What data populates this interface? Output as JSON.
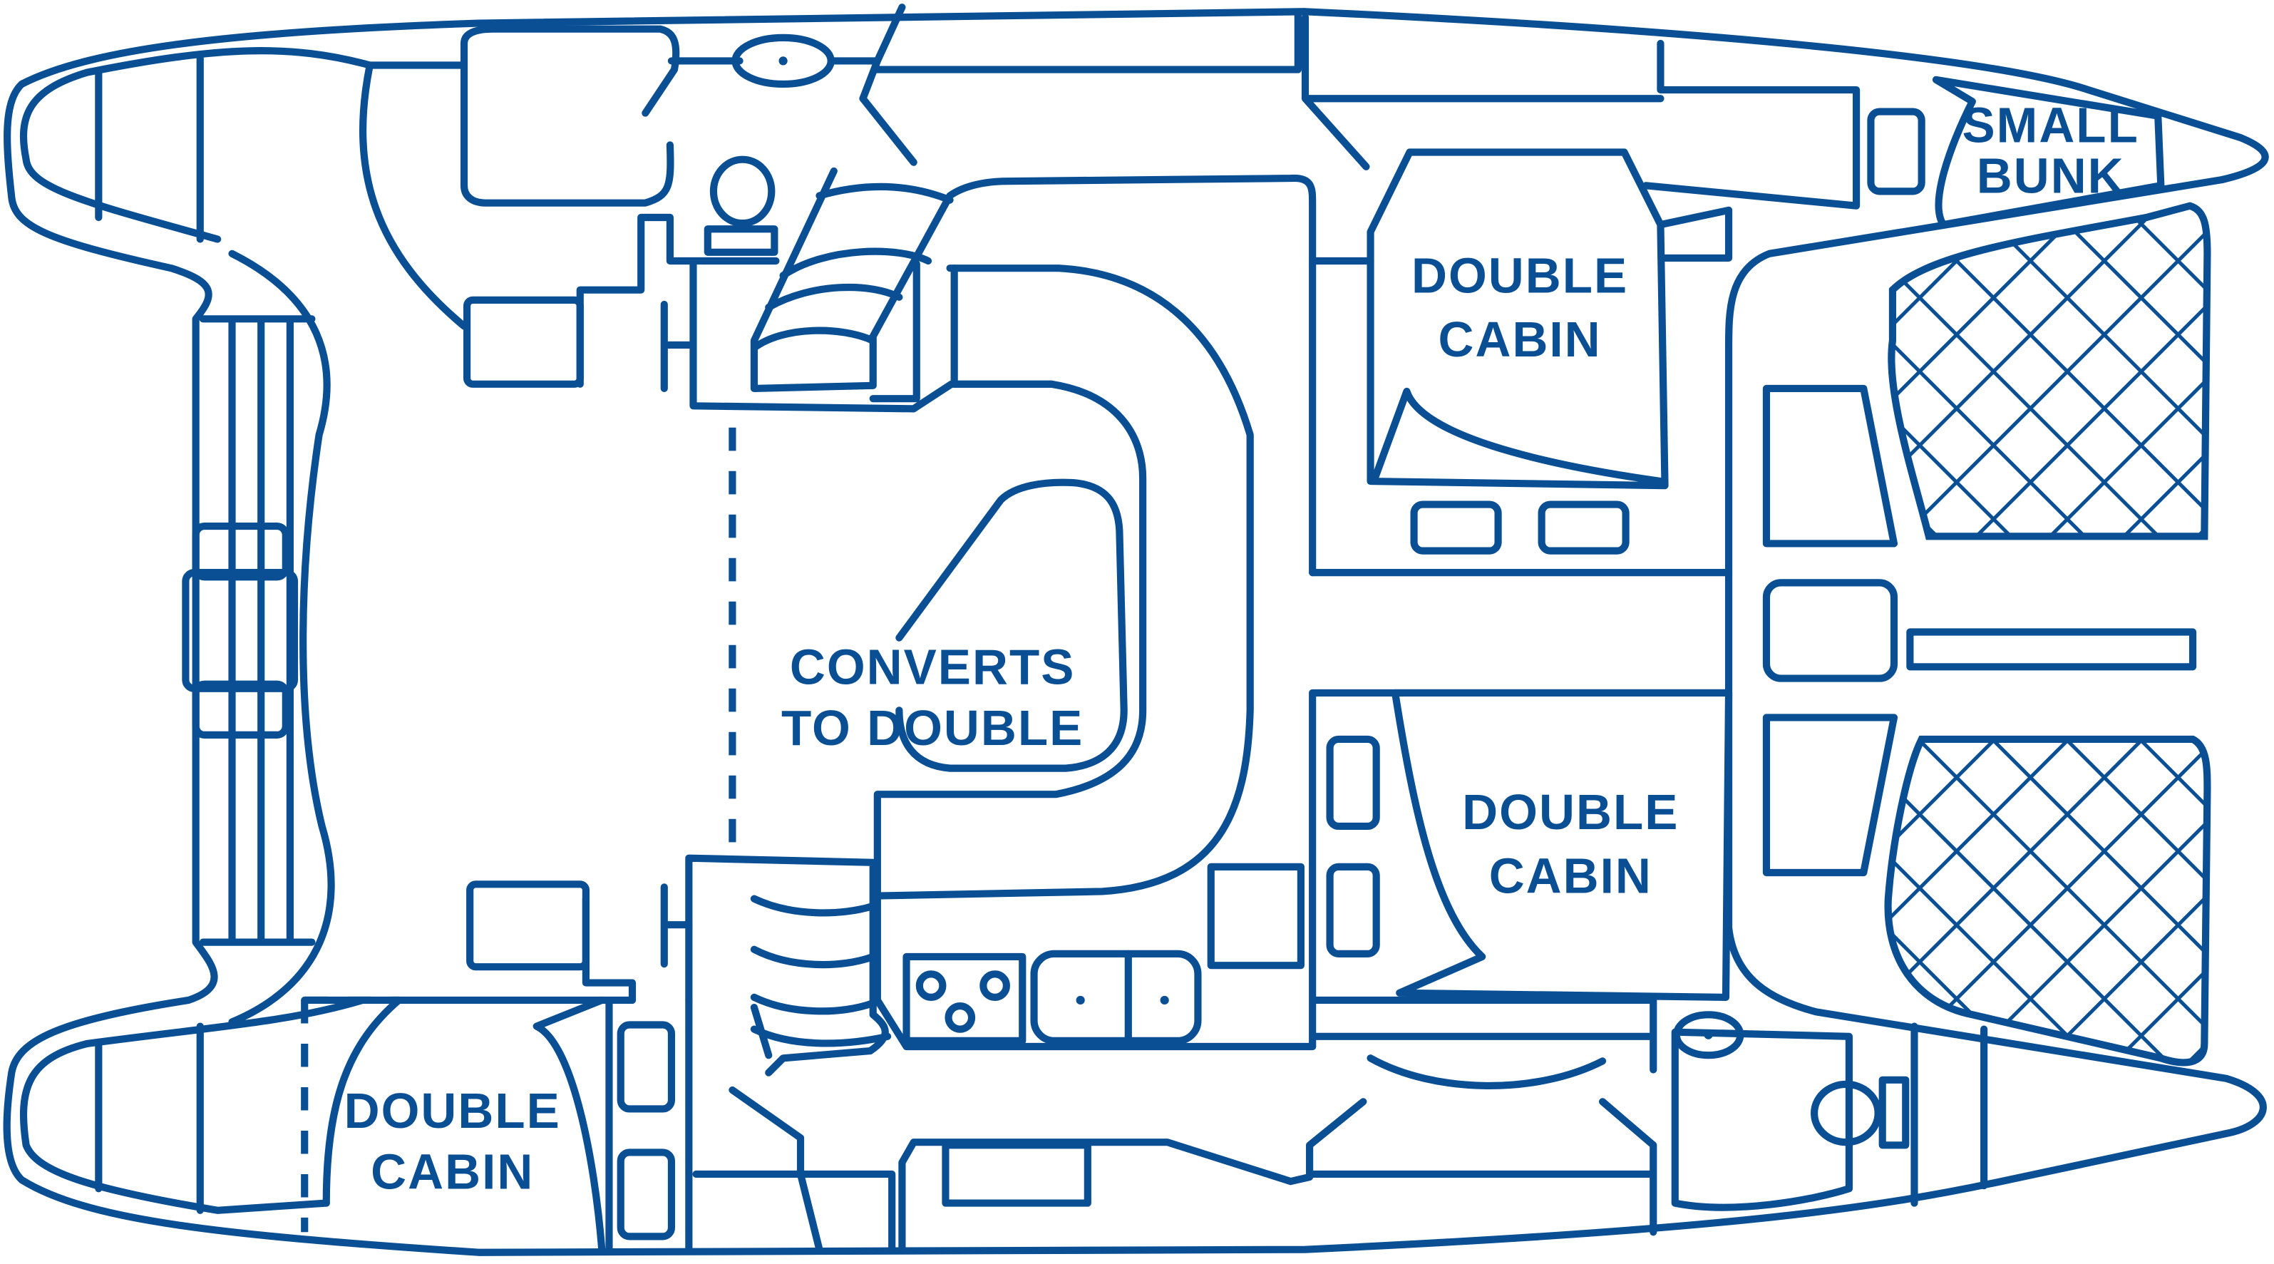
{
  "colors": {
    "line": "#0a4f94",
    "background": "#ffffff"
  },
  "labels": {
    "small_bunk": [
      "SMALL",
      "BUNK"
    ],
    "double_cabin_top": [
      "DOUBLE",
      "CABIN"
    ],
    "double_cabin_mid": [
      "DOUBLE",
      "CABIN"
    ],
    "double_cabin_bottom": [
      "DOUBLE",
      "CABIN"
    ],
    "salon": [
      "CONVERTS",
      "TO DOUBLE"
    ]
  }
}
